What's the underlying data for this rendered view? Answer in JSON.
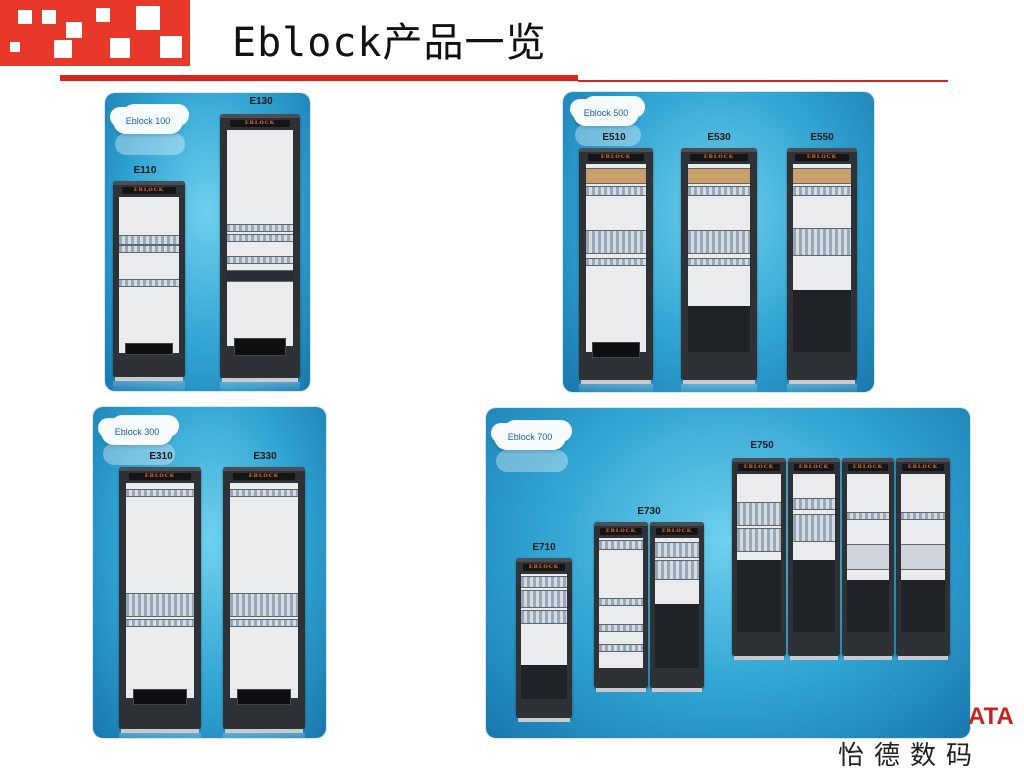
{
  "slide": {
    "title": "Eblock产品一览",
    "brand_text": "ATA",
    "brand_cn": "怡德数码"
  },
  "rack_brand_label": "EBLOCK",
  "groups": [
    {
      "cloud": "Eblock 100",
      "racks": [
        "E110",
        "E130"
      ]
    },
    {
      "cloud": "Eblock 500",
      "racks": [
        "E510",
        "E530",
        "E550"
      ]
    },
    {
      "cloud": "Eblock 300",
      "racks": [
        "E310",
        "E330"
      ]
    },
    {
      "cloud": "Eblock 700",
      "racks": [
        "E710",
        "E730",
        "E750"
      ]
    }
  ],
  "colors": {
    "accent_red": "#d9261c",
    "panel_blue": "#2fa3d2",
    "rack_frame": "#2e3236"
  }
}
